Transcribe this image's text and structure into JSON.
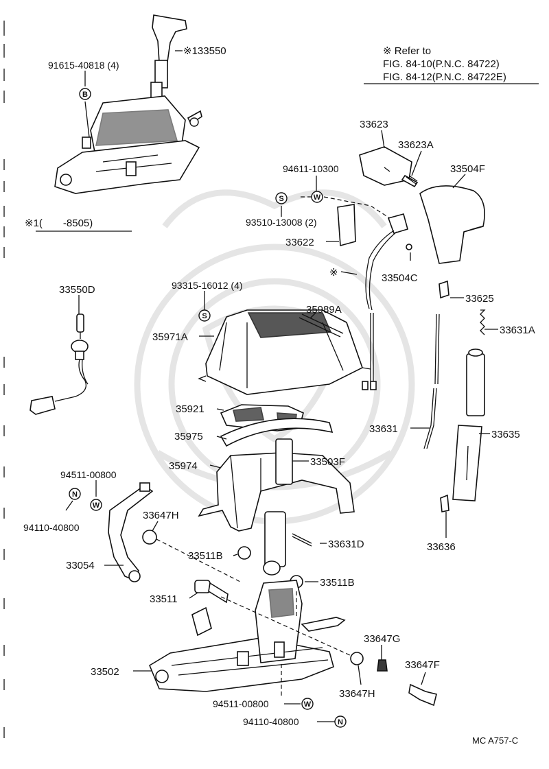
{
  "refer_note": {
    "line1": "※ Refer to",
    "line2": "FIG. 84-10(P.N.C. 84722)",
    "line3": "FIG. 84-12(P.N.C. 84722E)"
  },
  "variant_note": "※1(　　-8505)",
  "drawing_code": "MC A757-C",
  "callouts": {
    "p133550": "※133550",
    "p91615": "91615-40818 (4)",
    "p33623": "33623",
    "p33623A": "33623A",
    "p94611": "94611-10300",
    "p33504F": "33504F",
    "p93510": "93510-13008 (2)",
    "p33622": "33622",
    "p_star": "※",
    "p33504C": "33504C",
    "p33550D": "33550D",
    "p93315": "93315-16012 (4)",
    "p35989A": "35989A",
    "p35971A": "35971A",
    "p33625": "33625",
    "p33631A": "33631A",
    "p35921": "35921",
    "p35975": "35975",
    "p33631": "33631",
    "p33635": "33635",
    "p35974": "35974",
    "p33503F": "33503F",
    "p94511a": "94511-00800",
    "p94110a": "94110-40800",
    "p33647Ha": "33647H",
    "p33636": "33636",
    "p33631D": "33631D",
    "p33511Ba": "33511B",
    "p33054": "33054",
    "p33511Bb": "33511B",
    "p33511": "33511",
    "p33647G": "33647G",
    "p33502": "33502",
    "p33647F": "33647F",
    "p33647Hb": "33647H",
    "p94511b": "94511-00800",
    "p94110b": "94110-40800"
  },
  "symbols": {
    "B": "B",
    "S": "S",
    "W": "W",
    "N": "N"
  }
}
